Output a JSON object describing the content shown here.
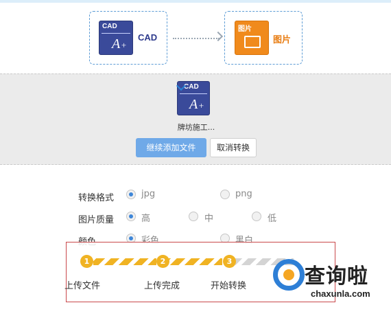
{
  "conversion": {
    "from": {
      "icon": "cad-file-icon",
      "tag": "CAD",
      "label": "CAD",
      "color": "#3a4a9a"
    },
    "to": {
      "icon": "image-file-icon",
      "tag": "图片",
      "label": "图片",
      "color": "#f08a1c"
    }
  },
  "upload": {
    "file_tag": "CAD",
    "file_name": "牌坊施工...",
    "add_button": "继续添加文件",
    "cancel_button": "取消转换"
  },
  "options": {
    "format": {
      "label": "转换格式",
      "choices": [
        "jpg",
        "png"
      ],
      "selected": "jpg"
    },
    "quality": {
      "label": "图片质量",
      "choices": [
        "高",
        "中",
        "低"
      ],
      "selected": "高"
    },
    "color": {
      "label": "颜色",
      "choices": [
        "彩色",
        "黑白"
      ],
      "selected": "彩色"
    }
  },
  "steps": [
    {
      "num": "1",
      "label": "上传文件"
    },
    {
      "num": "2",
      "label": "上传完成"
    },
    {
      "num": "3",
      "label": "开始转换"
    }
  ],
  "progress": {
    "completed_steps": 3,
    "total_steps": 4
  },
  "watermark": {
    "text": "查询啦",
    "url": "chaxunla.com"
  },
  "colors": {
    "accent": "#3e86d8",
    "progress": "#f0b323",
    "frame": "#c9484a"
  }
}
